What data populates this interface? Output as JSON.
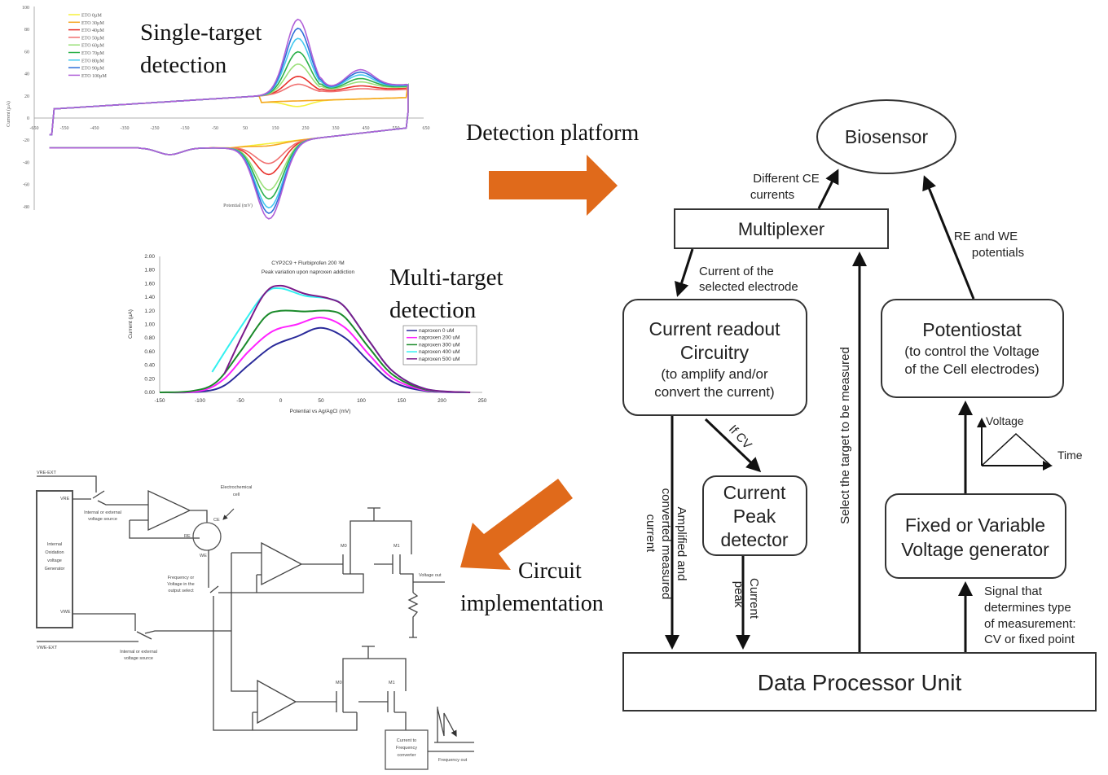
{
  "labels": {
    "single_target": [
      "Single-target",
      "detection"
    ],
    "multi_target": [
      "Multi-target",
      "detection"
    ],
    "detection_platform": "Detection platform",
    "circuit_implementation": [
      "Circuit",
      "implementation"
    ]
  },
  "colors": {
    "orange_arrow": "#e06a1b"
  },
  "block_diagram": {
    "biosensor": "Biosensor",
    "multiplexer": "Multiplexer",
    "current_readout": [
      "Current readout",
      "Circuitry",
      "(to amplify and/or",
      "convert the current)"
    ],
    "potentiostat": [
      "Potentiostat",
      "(to control the Voltage",
      "of the Cell electrodes)"
    ],
    "peak_detector": [
      "Current",
      "Peak",
      "detector"
    ],
    "voltage_generator": [
      "Fixed or Variable",
      "Voltage generator"
    ],
    "data_processor": "Data Processor Unit",
    "edge_labels": {
      "ce_currents": [
        "Different CE",
        "currents"
      ],
      "re_we": [
        "RE and WE",
        "potentials"
      ],
      "selected_current": [
        "Current of the",
        "selected electrode"
      ],
      "select_target": "Select the target to be measured",
      "amplified": [
        "Amplified and",
        "converted measured",
        "current"
      ],
      "if_cv": "If CV",
      "current_peak": [
        "Current",
        "peak"
      ],
      "signal": [
        "Signal that",
        "determines type",
        "of measurement:",
        "CV or fixed point"
      ],
      "voltage": "Voltage",
      "time": "Time"
    }
  },
  "circuit": {
    "vre_ext": "VRE-EXT",
    "vre": "VRE",
    "vwe": "VWE",
    "vwe_ext": "VWE-EXT",
    "source_select": [
      "Internal or external",
      "voltage source"
    ],
    "cell": [
      "Electrochemical",
      "cell"
    ],
    "electrodes": [
      "CE",
      "RE",
      "WE"
    ],
    "generator": [
      "Internal",
      "Oxidation",
      "voltage",
      "Generator"
    ],
    "output_select": [
      "Frequency or",
      "Voltage in the",
      "output select"
    ],
    "m0": "M0",
    "m1": "M1",
    "voltage_out": "Voltage out",
    "converter": [
      "Current to",
      "Frequency",
      "converter"
    ],
    "frequency_out": "Frequency out"
  },
  "chart_data": [
    {
      "type": "line",
      "title": "",
      "xlabel": "Potential (mV)",
      "ylabel": "Current (µA)",
      "xlim": [
        -650,
        650
      ],
      "ylim": [
        -80,
        100
      ],
      "xticks": [
        -650,
        -550,
        -450,
        -350,
        -250,
        -150,
        -50,
        50,
        150,
        250,
        350,
        450,
        550,
        650
      ],
      "yticks": [
        100,
        80,
        60,
        40,
        20,
        0,
        -20,
        -40,
        -60,
        -80
      ],
      "legend": "top-left",
      "grid": false,
      "series": [
        {
          "name": "ETO 0µM",
          "color": "#f5f03a",
          "anodic_peak": 15,
          "cathodic_peak": -20
        },
        {
          "name": "ETO 30µM",
          "color": "#f5a623",
          "anodic_peak": 20,
          "cathodic_peak": -22
        },
        {
          "name": "ETO 40µM",
          "color": "#e8302a",
          "anodic_peak": 36,
          "cathodic_peak": -48
        },
        {
          "name": "ETO 50µM",
          "color": "#f07070",
          "anodic_peak": 29,
          "cathodic_peak": -38
        },
        {
          "name": "ETO 60µM",
          "color": "#9be07a",
          "anodic_peak": 47,
          "cathodic_peak": -62
        },
        {
          "name": "ETO 70µM",
          "color": "#2bb04a",
          "anodic_peak": 58,
          "cathodic_peak": -70
        },
        {
          "name": "ETO 80µM",
          "color": "#44c8f0",
          "anodic_peak": 70,
          "cathodic_peak": -78
        },
        {
          "name": "ETO 90µM",
          "color": "#2e6fd8",
          "anodic_peak": 79,
          "cathodic_peak": -83
        },
        {
          "name": "ETO 100µM",
          "color": "#b060d8",
          "anodic_peak": 87,
          "cathodic_peak": -88
        }
      ]
    },
    {
      "type": "line",
      "title": [
        "CYP2C9 + Flurbiprofen 200 ¹M",
        "Peak variation upon naproxen addiction"
      ],
      "xlabel": "Potential vs Ag/AgCl (mV)",
      "ylabel": "Current (µA)",
      "xlim": [
        -150,
        250
      ],
      "ylim": [
        0,
        2
      ],
      "xticks": [
        -150,
        -100,
        -50,
        0,
        50,
        100,
        150,
        200,
        250
      ],
      "yticks": [
        "2.00",
        "1.80",
        "1.60",
        "1.40",
        "1.20",
        "1.00",
        "0.80",
        "0.60",
        "0.40",
        "0.20",
        "0.00"
      ],
      "legend": "right",
      "grid": false,
      "series": [
        {
          "name": "naproxen 0 uM",
          "color": "#2a2a9a",
          "points": [
            [
              -150,
              0
            ],
            [
              -100,
              0.01
            ],
            [
              -70,
              0.1
            ],
            [
              -40,
              0.4
            ],
            [
              -10,
              0.68
            ],
            [
              20,
              0.82
            ],
            [
              50,
              0.95
            ],
            [
              80,
              0.8
            ],
            [
              110,
              0.45
            ],
            [
              140,
              0.15
            ],
            [
              180,
              0.02
            ],
            [
              230,
              0
            ]
          ]
        },
        {
          "name": "naproxen 200 uM",
          "color": "#ff22ff",
          "points": [
            [
              -150,
              0
            ],
            [
              -100,
              0.02
            ],
            [
              -70,
              0.2
            ],
            [
              -40,
              0.6
            ],
            [
              -10,
              0.9
            ],
            [
              20,
              1.0
            ],
            [
              50,
              1.1
            ],
            [
              80,
              0.95
            ],
            [
              110,
              0.55
            ],
            [
              140,
              0.2
            ],
            [
              180,
              0.03
            ],
            [
              230,
              0
            ]
          ]
        },
        {
          "name": "naproxen 300 uM",
          "color": "#1a8a2a",
          "points": [
            [
              -150,
              0
            ],
            [
              -110,
              0.02
            ],
            [
              -80,
              0.15
            ],
            [
              -50,
              0.6
            ],
            [
              -20,
              1.1
            ],
            [
              0,
              1.2
            ],
            [
              30,
              1.19
            ],
            [
              60,
              1.2
            ],
            [
              80,
              1.1
            ],
            [
              110,
              0.65
            ],
            [
              140,
              0.25
            ],
            [
              180,
              0.04
            ],
            [
              230,
              0
            ]
          ]
        },
        {
          "name": "naproxen 400 uM",
          "color": "#33f0f0",
          "points": [
            [
              -85,
              0.3
            ],
            [
              -50,
              0.95
            ],
            [
              -20,
              1.45
            ],
            [
              0,
              1.53
            ],
            [
              30,
              1.42
            ],
            [
              60,
              1.38
            ],
            [
              80,
              1.25
            ],
            [
              110,
              0.75
            ],
            [
              140,
              0.3
            ],
            [
              180,
              0.05
            ],
            [
              230,
              0
            ]
          ]
        },
        {
          "name": "naproxen 500 uM",
          "color": "#7a1a8a",
          "points": [
            [
              -70,
              0.27
            ],
            [
              -45,
              0.9
            ],
            [
              -20,
              1.45
            ],
            [
              0,
              1.57
            ],
            [
              30,
              1.45
            ],
            [
              60,
              1.38
            ],
            [
              80,
              1.25
            ],
            [
              110,
              0.75
            ],
            [
              140,
              0.3
            ],
            [
              180,
              0.05
            ],
            [
              235,
              0
            ]
          ]
        }
      ]
    }
  ]
}
